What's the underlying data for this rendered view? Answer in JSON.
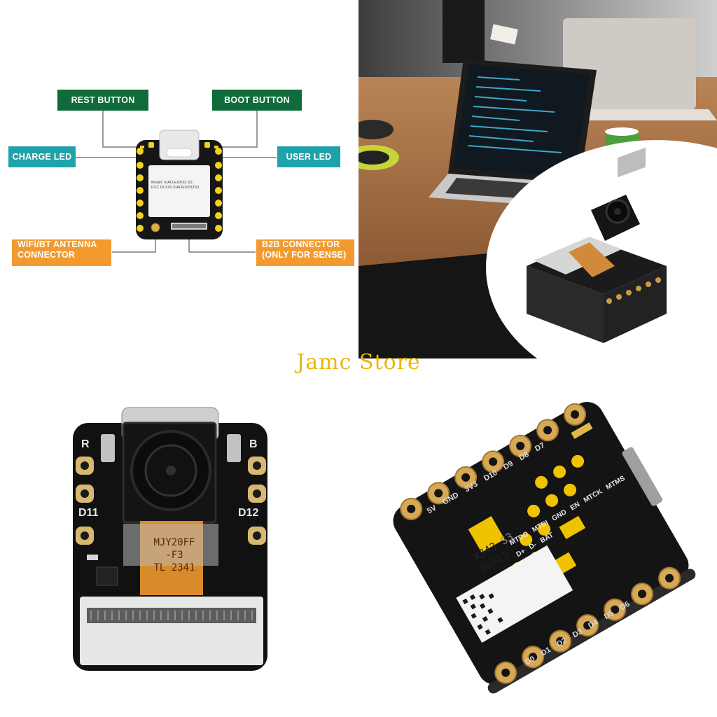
{
  "diagram": {
    "labels": {
      "rest_button": "REST BUTTON",
      "boot_button": "BOOT BUTTON",
      "charge_led": "CHARGE LED",
      "user_led": "USER LED",
      "antenna_line1": "WiFi/BT ANTENNA",
      "antenna_line2": "CONNECTOR",
      "b2b_line1": "B2B CONNECTOR",
      "b2b_line2": "(ONLY FOR SENSE)"
    },
    "board_text_line1": "Model: XIAO-ESP32-S3",
    "board_text_line2": "FCC ID:Z4T-XIAOESP32S3",
    "colors": {
      "green": "#0f6b3a",
      "teal": "#1fa2a8",
      "orange": "#f29a2e",
      "pad": "#f2d21b"
    }
  },
  "watermark": "Jamc Store",
  "camera_board": {
    "silk_r": "R",
    "silk_b": "B",
    "silk_left": "D11",
    "silk_right": "D12",
    "flex_line1": "MJY20FF",
    "flex_line2": "-F3",
    "flex_line3": "TL 2341"
  },
  "back_board": {
    "pins": [
      "5V",
      "GND",
      "3V3",
      "D10",
      "D9",
      "D8",
      "D7",
      "D0",
      "D1",
      "D2",
      "D3",
      "D4",
      "D5",
      "D6"
    ],
    "pads": [
      "MTDO",
      "MTDI",
      "GND",
      "EN",
      "MTCK",
      "MTMS",
      "D+",
      "D-",
      "BAT"
    ],
    "label_line1": "X343",
    "label_line2": "00FE3",
    "label_partial": "S3"
  }
}
